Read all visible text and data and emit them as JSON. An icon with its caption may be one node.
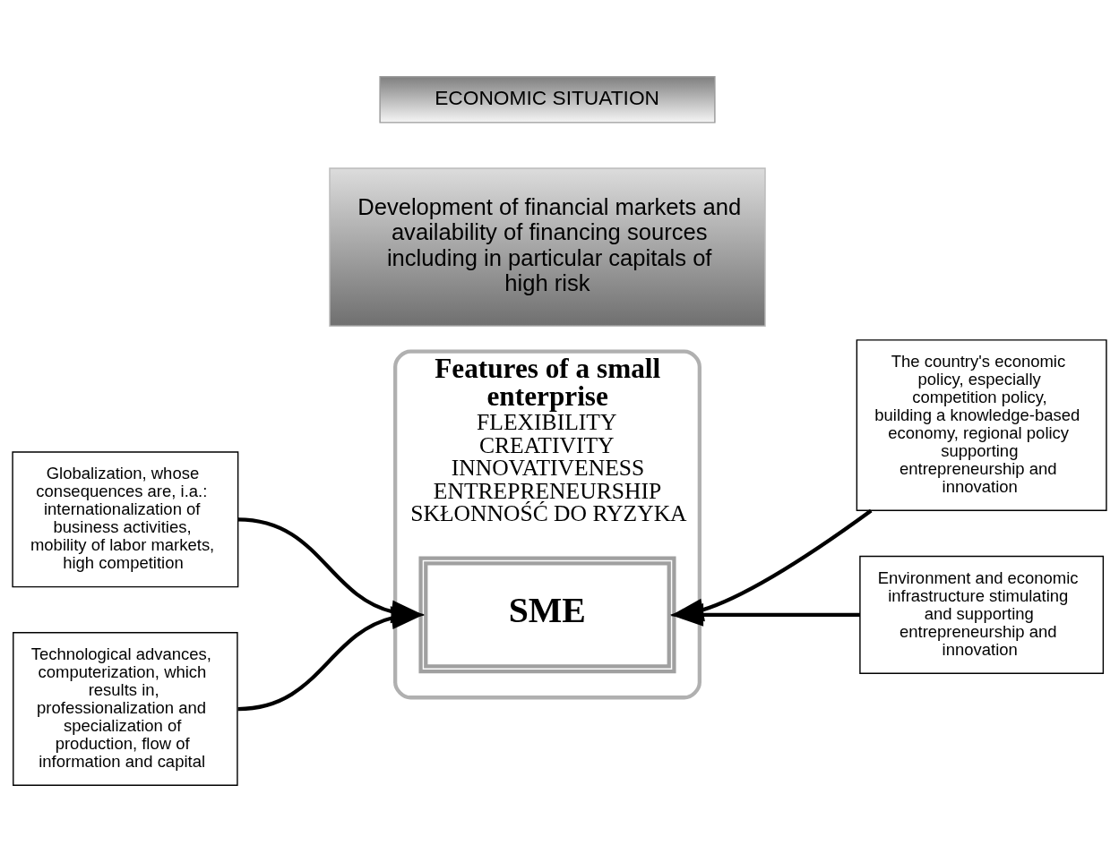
{
  "diagram": {
    "nodes": [
      {
        "text": [
          "ECONOMIC SITUATION"
        ]
      },
      {
        "text": [
          "Features of a small enterprise",
          "FLEXIBILITY",
          "CREATIVITY",
          "INNOVATIVENESS",
          "ENTREPRENEURSHIP",
          "SKŁONNOŚĆ DO RYZYKA"
        ]
      },
      {
        "text": [
          "SME"
        ],
        "in": 1
      },
      {
        "text": [
          "Globalization, whose consequences are, i.a.: internationalization of business activities, mobility of labor markets, high competition"
        ]
      },
      {
        "text": [
          "Technological advances, computerization, which results in, professionalization and specialization of production, flow of information and capital"
        ]
      },
      {
        "text": [
          "The country's economic policy, especially competition policy, building a knowledge-based economy, regional policy supporting entrepreneurship and innovation"
        ]
      },
      {
        "text": [
          "Environment and economic infrastructure stimulating and supporting entrepreneurship and innovation"
        ]
      },
      {
        "text": [
          "Development of financial markets and availability of financing sources including in particular capitals of high risk"
        ]
      }
    ],
    "edges": [
      {
        "from": 3,
        "to": 2,
        "arrow": "to"
      },
      {
        "from": 4,
        "to": 2,
        "arrow": "to"
      },
      {
        "from": 5,
        "to": 2,
        "arrow": "to"
      },
      {
        "from": 6,
        "to": 2,
        "arrow": "to"
      }
    ]
  }
}
